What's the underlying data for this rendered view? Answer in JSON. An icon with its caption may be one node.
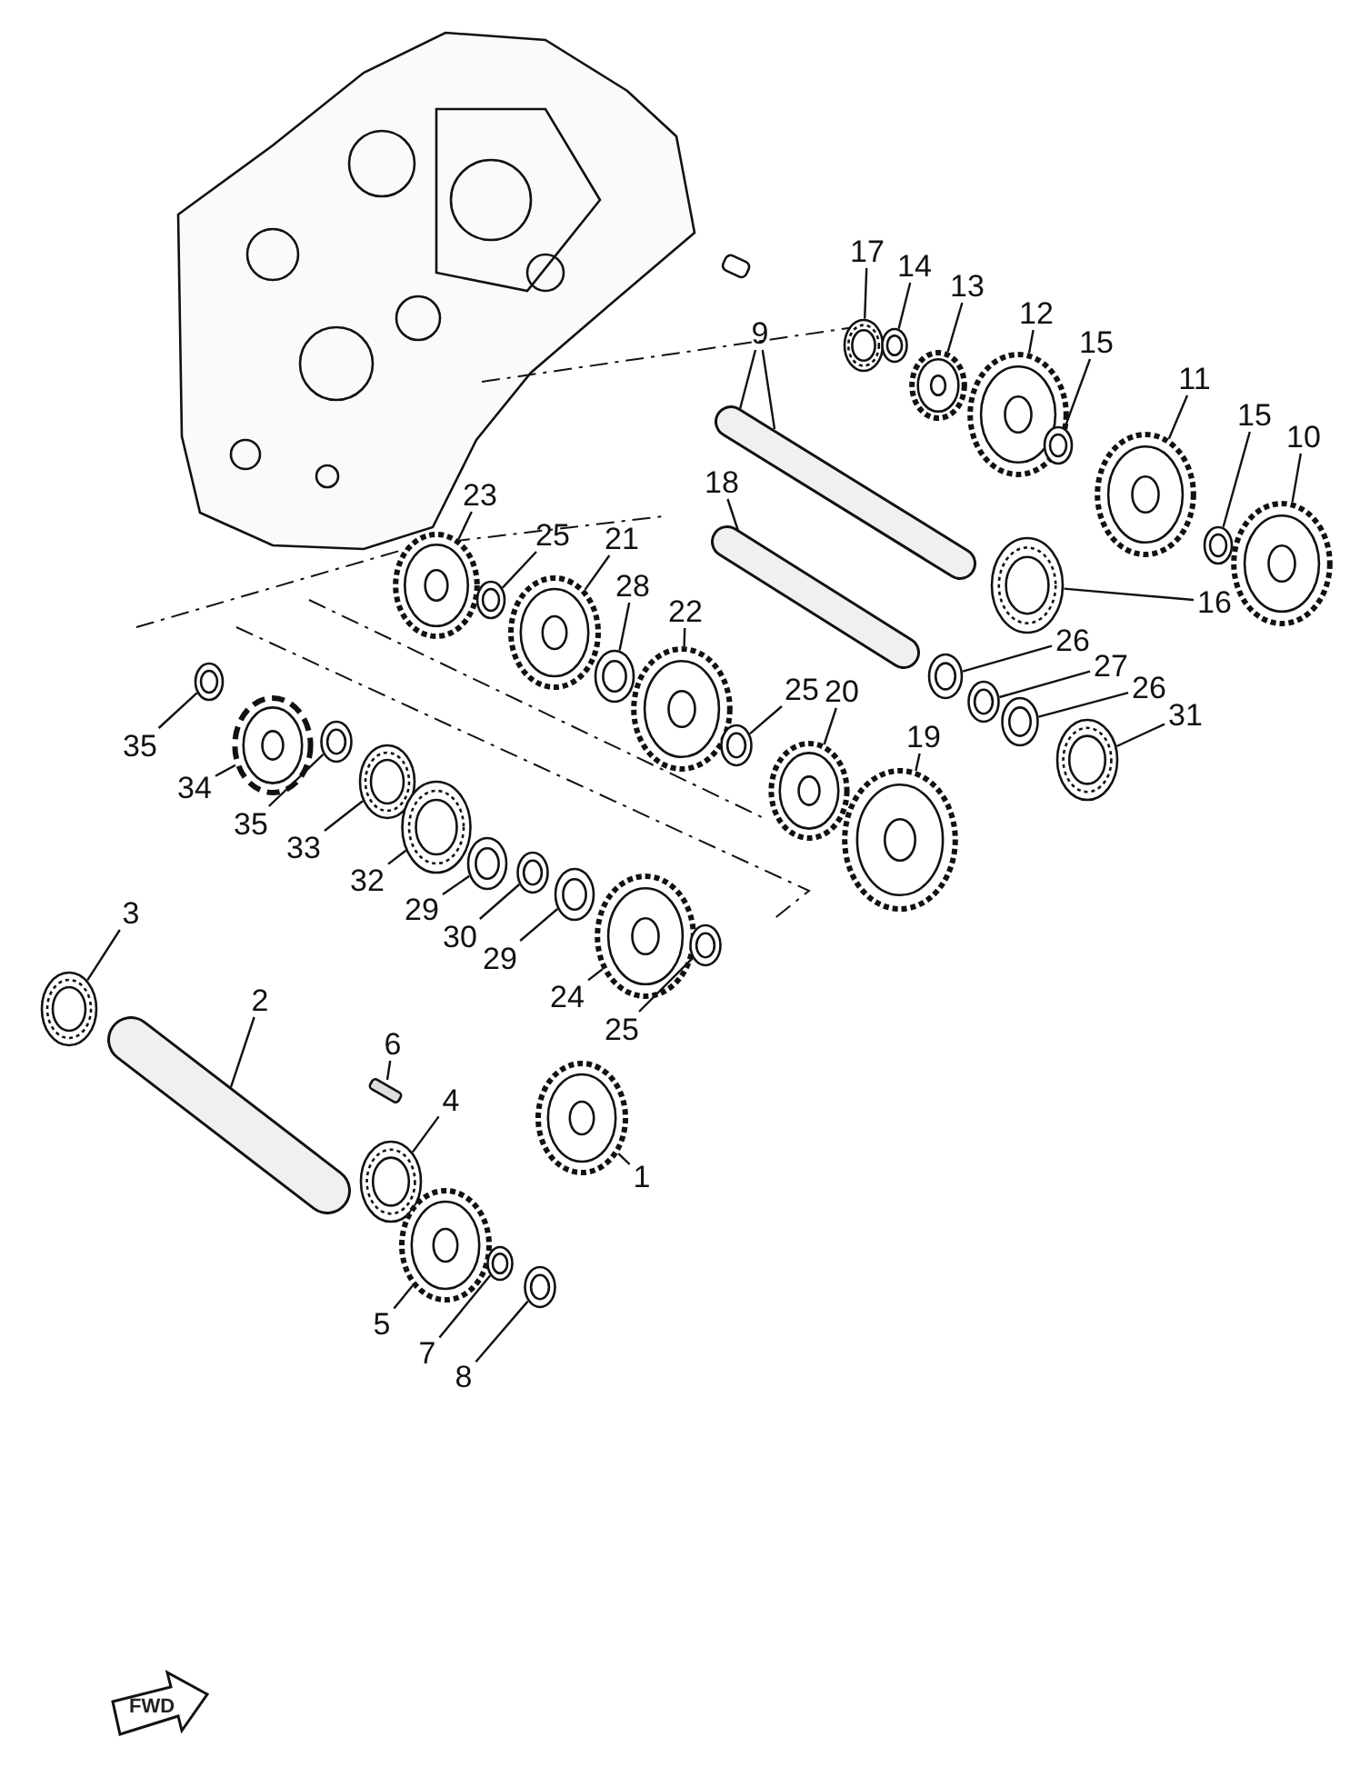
{
  "diagram": {
    "nodes": [
      {
        "text": [
          "17"
        ]
      },
      {
        "text": [
          "14"
        ]
      },
      {
        "text": [
          "9"
        ]
      },
      {
        "text": [
          "13"
        ]
      },
      {
        "text": [
          "12"
        ]
      },
      {
        "text": [
          "15"
        ]
      },
      {
        "text": [
          "11"
        ]
      },
      {
        "text": [
          "15"
        ]
      },
      {
        "text": [
          "10"
        ]
      },
      {
        "text": [
          "23"
        ]
      },
      {
        "text": [
          "18"
        ]
      },
      {
        "text": [
          "25"
        ]
      },
      {
        "text": [
          "21"
        ]
      },
      {
        "text": [
          "28"
        ]
      },
      {
        "text": [
          "16"
        ]
      },
      {
        "text": [
          "22"
        ]
      },
      {
        "text": [
          "26"
        ]
      },
      {
        "text": [
          "27"
        ]
      },
      {
        "text": [
          "25"
        ]
      },
      {
        "text": [
          "26"
        ]
      },
      {
        "text": [
          "20"
        ]
      },
      {
        "text": [
          "31"
        ]
      },
      {
        "text": [
          "19"
        ]
      },
      {
        "text": [
          "35"
        ]
      },
      {
        "text": [
          "34"
        ]
      },
      {
        "text": [
          "35"
        ]
      },
      {
        "text": [
          "33"
        ]
      },
      {
        "text": [
          "32"
        ]
      },
      {
        "text": [
          "29"
        ]
      },
      {
        "text": [
          "3"
        ]
      },
      {
        "text": [
          "30"
        ]
      },
      {
        "text": [
          "29"
        ]
      },
      {
        "text": [
          "24"
        ]
      },
      {
        "text": [
          "2"
        ]
      },
      {
        "text": [
          "25"
        ]
      },
      {
        "text": [
          "6"
        ]
      },
      {
        "text": [
          "4"
        ]
      },
      {
        "text": [
          "1"
        ]
      },
      {
        "text": [
          "5"
        ]
      },
      {
        "text": [
          "7"
        ]
      },
      {
        "text": [
          "8"
        ]
      },
      {
        "text": [],
        "shape": "picture"
      },
      {
        "text": [],
        "shape": "picture"
      },
      {
        "text": [],
        "shape": "picture"
      },
      {
        "text": [],
        "shape": "picture"
      },
      {
        "text": [],
        "shape": "picture"
      },
      {
        "text": [],
        "shape": "picture"
      },
      {
        "text": [],
        "shape": "picture"
      },
      {
        "text": [],
        "shape": "picture"
      },
      {
        "text": [],
        "shape": "picture"
      },
      {
        "text": [],
        "shape": "picture"
      },
      {
        "text": [],
        "shape": "picture"
      },
      {
        "text": [],
        "shape": "picture"
      },
      {
        "text": [],
        "shape": "picture"
      },
      {
        "text": [],
        "shape": "picture"
      },
      {
        "text": [],
        "shape": "picture"
      },
      {
        "text": [],
        "shape": "picture"
      },
      {
        "text": [],
        "shape": "picture"
      },
      {
        "text": [],
        "shape": "picture"
      },
      {
        "text": [],
        "shape": "picture"
      },
      {
        "text": [],
        "shape": "picture"
      },
      {
        "text": [],
        "shape": "picture"
      },
      {
        "text": [],
        "shape": "picture"
      },
      {
        "text": [],
        "shape": "picture"
      },
      {
        "text": [],
        "shape": "picture"
      },
      {
        "text": [],
        "shape": "picture"
      },
      {
        "text": [],
        "shape": "picture"
      },
      {
        "text": [],
        "shape": "picture"
      },
      {
        "text": [],
        "shape": "picture"
      },
      {
        "text": [],
        "shape": "picture"
      },
      {
        "text": [],
        "shape": "picture"
      },
      {
        "text": [],
        "shape": "picture"
      },
      {
        "text": [],
        "shape": "picture"
      },
      {
        "text": [],
        "shape": "picture"
      },
      {
        "text": [],
        "shape": "picture"
      },
      {
        "text": [],
        "shape": "picture"
      },
      {
        "text": [],
        "shape": "bar"
      },
      {
        "text": [],
        "shape": "picture"
      },
      {
        "text": [],
        "shape": "picture"
      },
      {
        "text": [],
        "shape": "picture"
      },
      {
        "text": [],
        "shape": "picture"
      },
      {
        "text": [],
        "shape": "picture"
      }
    ],
    "edges": [
      {
        "from": 0,
        "to": 41,
        "arrow": "none"
      },
      {
        "from": 1,
        "to": 42,
        "arrow": "none"
      },
      {
        "from": 2,
        "to": 43,
        "arrow": "none"
      },
      {
        "from": 2,
        "to": 43,
        "arrow": "none"
      },
      {
        "from": 3,
        "to": 44,
        "arrow": "none"
      },
      {
        "from": 4,
        "to": 45,
        "arrow": "none"
      },
      {
        "from": 5,
        "to": 46,
        "arrow": "none"
      },
      {
        "from": 6,
        "to": 47,
        "arrow": "none"
      },
      {
        "from": 7,
        "to": 48,
        "arrow": "none"
      },
      {
        "from": 8,
        "to": 49,
        "arrow": "none"
      },
      {
        "from": 9,
        "to": 50,
        "arrow": "none"
      },
      {
        "from": 10,
        "to": 51,
        "arrow": "none"
      },
      {
        "from": 11,
        "to": 52,
        "arrow": "none"
      },
      {
        "from": 12,
        "to": 53,
        "arrow": "none"
      },
      {
        "from": 13,
        "to": 54,
        "arrow": "none"
      },
      {
        "from": 14,
        "to": 55,
        "arrow": "none"
      },
      {
        "from": 15,
        "to": 56,
        "arrow": "none"
      },
      {
        "from": 16,
        "to": 57,
        "arrow": "none"
      },
      {
        "from": 17,
        "to": 58,
        "arrow": "none"
      },
      {
        "from": 18,
        "to": 59,
        "arrow": "none"
      },
      {
        "from": 19,
        "to": 60,
        "arrow": "none"
      },
      {
        "from": 20,
        "to": 61,
        "arrow": "none"
      },
      {
        "from": 21,
        "to": 62,
        "arrow": "none"
      },
      {
        "from": 22,
        "to": 63,
        "arrow": "none"
      },
      {
        "from": 23,
        "to": 64,
        "arrow": "none"
      },
      {
        "from": 24,
        "to": 65,
        "arrow": "none"
      },
      {
        "from": 25,
        "to": 66,
        "arrow": "none"
      },
      {
        "from": 26,
        "to": 67,
        "arrow": "none"
      },
      {
        "from": 27,
        "to": 68,
        "arrow": "none"
      },
      {
        "from": 28,
        "to": 69,
        "arrow": "none"
      },
      {
        "from": 29,
        "to": 70,
        "arrow": "none"
      },
      {
        "from": 30,
        "to": 71,
        "arrow": "none"
      },
      {
        "from": 31,
        "to": 72,
        "arrow": "none"
      },
      {
        "from": 32,
        "to": 73,
        "arrow": "none"
      },
      {
        "from": 33,
        "to": 74,
        "arrow": "none"
      },
      {
        "from": 34,
        "to": 75,
        "arrow": "none"
      },
      {
        "from": 35,
        "to": 76,
        "arrow": "none"
      },
      {
        "from": 36,
        "to": 77,
        "arrow": "none"
      },
      {
        "from": 37,
        "to": 78,
        "arrow": "none"
      },
      {
        "from": 38,
        "to": 79,
        "arrow": "none"
      },
      {
        "from": 39,
        "to": 80,
        "arrow": "none"
      },
      {
        "from": 40,
        "to": 81,
        "arrow": "none"
      }
    ],
    "labels": [
      "FWD"
    ]
  }
}
